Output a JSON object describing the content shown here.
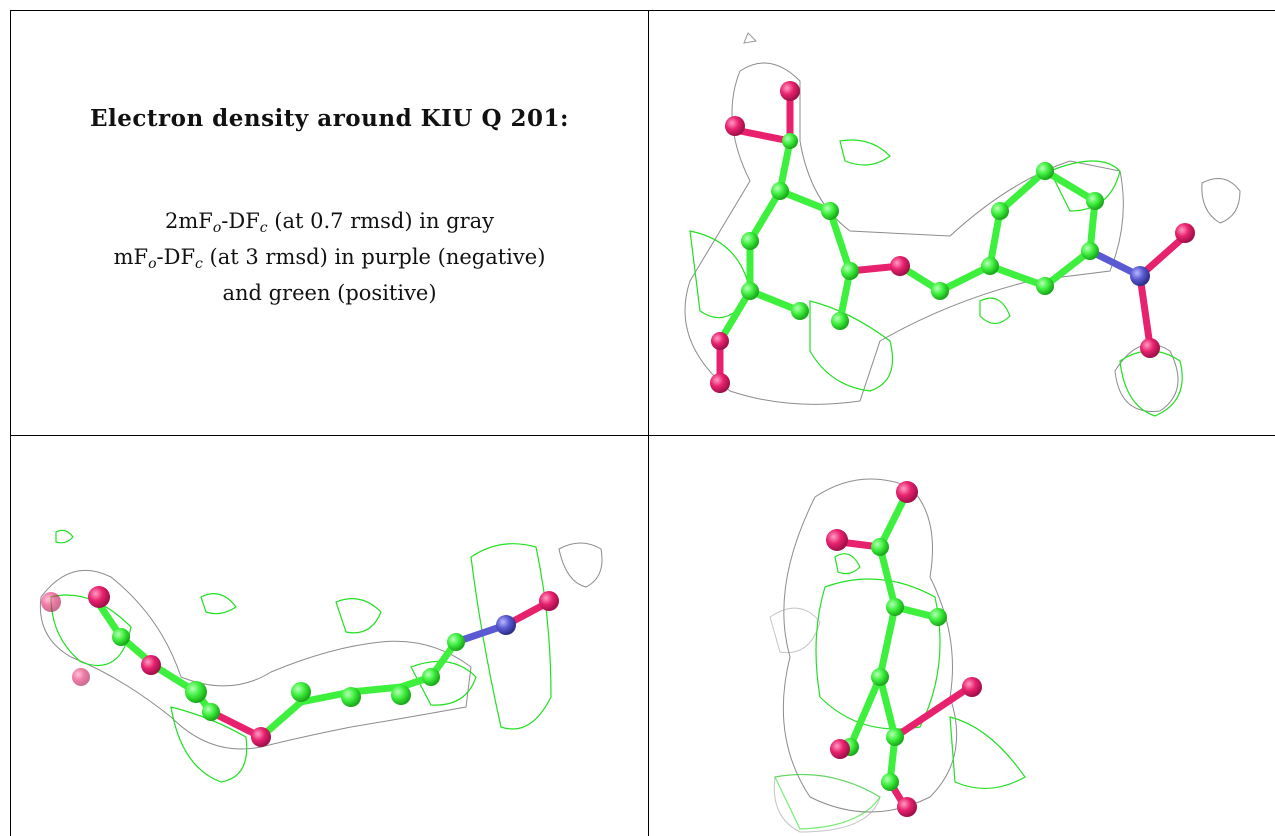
{
  "panel": {
    "title": "Electron density around KIU Q 201:",
    "legend": {
      "line1_a": "2mF",
      "line1_sub1": "o",
      "line1_b": "-DF",
      "line1_sub2": "c",
      "line1_c": " (at 0.7 rmsd) in gray",
      "line2_a": "mF",
      "line2_sub1": "o",
      "line2_b": "-DF",
      "line2_sub2": "c",
      "line2_c": " (at 3 rmsd) in purple (negative)",
      "line3": "and green (positive)"
    }
  },
  "colors": {
    "carbon": "#3ef03e",
    "oxygen": "#e8216e",
    "nitrogen": "#5a5ad2",
    "density_2fo": "#8c8c8c",
    "density_fo_positive": "#22e022"
  }
}
